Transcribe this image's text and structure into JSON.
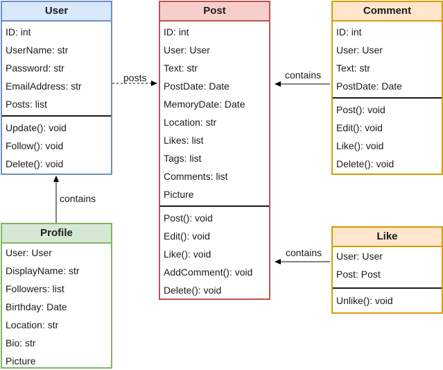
{
  "classes": {
    "user": {
      "name": "User",
      "attributes": [
        "ID: int",
        "UserName: str",
        "Password: str",
        "EmailAddress: str",
        "Posts: list"
      ],
      "methods": [
        "Update(): void",
        "Follow(): void",
        "Delete(): void"
      ]
    },
    "post": {
      "name": "Post",
      "attributes": [
        "ID: int",
        "User: User",
        "Text: str",
        "PostDate:  Date",
        "MemoryDate: Date",
        "Location: str",
        "Likes: list",
        "Tags: list",
        "Comments: list",
        "Picture"
      ],
      "methods": [
        "Post(): void",
        "Edit(): void",
        "Like(): void",
        "AddComment(): void",
        "Delete(): void"
      ]
    },
    "comment": {
      "name": "Comment",
      "attributes": [
        "ID: int",
        "User: User",
        "Text: str",
        "PostDate:  Date"
      ],
      "methods": [
        "Post(): void",
        "Edit(): void",
        "Like(): void",
        "Delete(): void"
      ]
    },
    "profile": {
      "name": "Profile",
      "attributes": [
        "User: User",
        "DisplayName: str",
        "Followers: list",
        "Birthday: Date",
        "Location: str",
        "Bio: str",
        "Picture"
      ]
    },
    "like": {
      "name": "Like",
      "attributes": [
        "User: User",
        "Post: Post"
      ],
      "methods": [
        "Unlike(): void"
      ]
    }
  },
  "relations": {
    "user_post": "posts",
    "comment_post": "contains",
    "like_post": "contains",
    "profile_user": "contains"
  }
}
